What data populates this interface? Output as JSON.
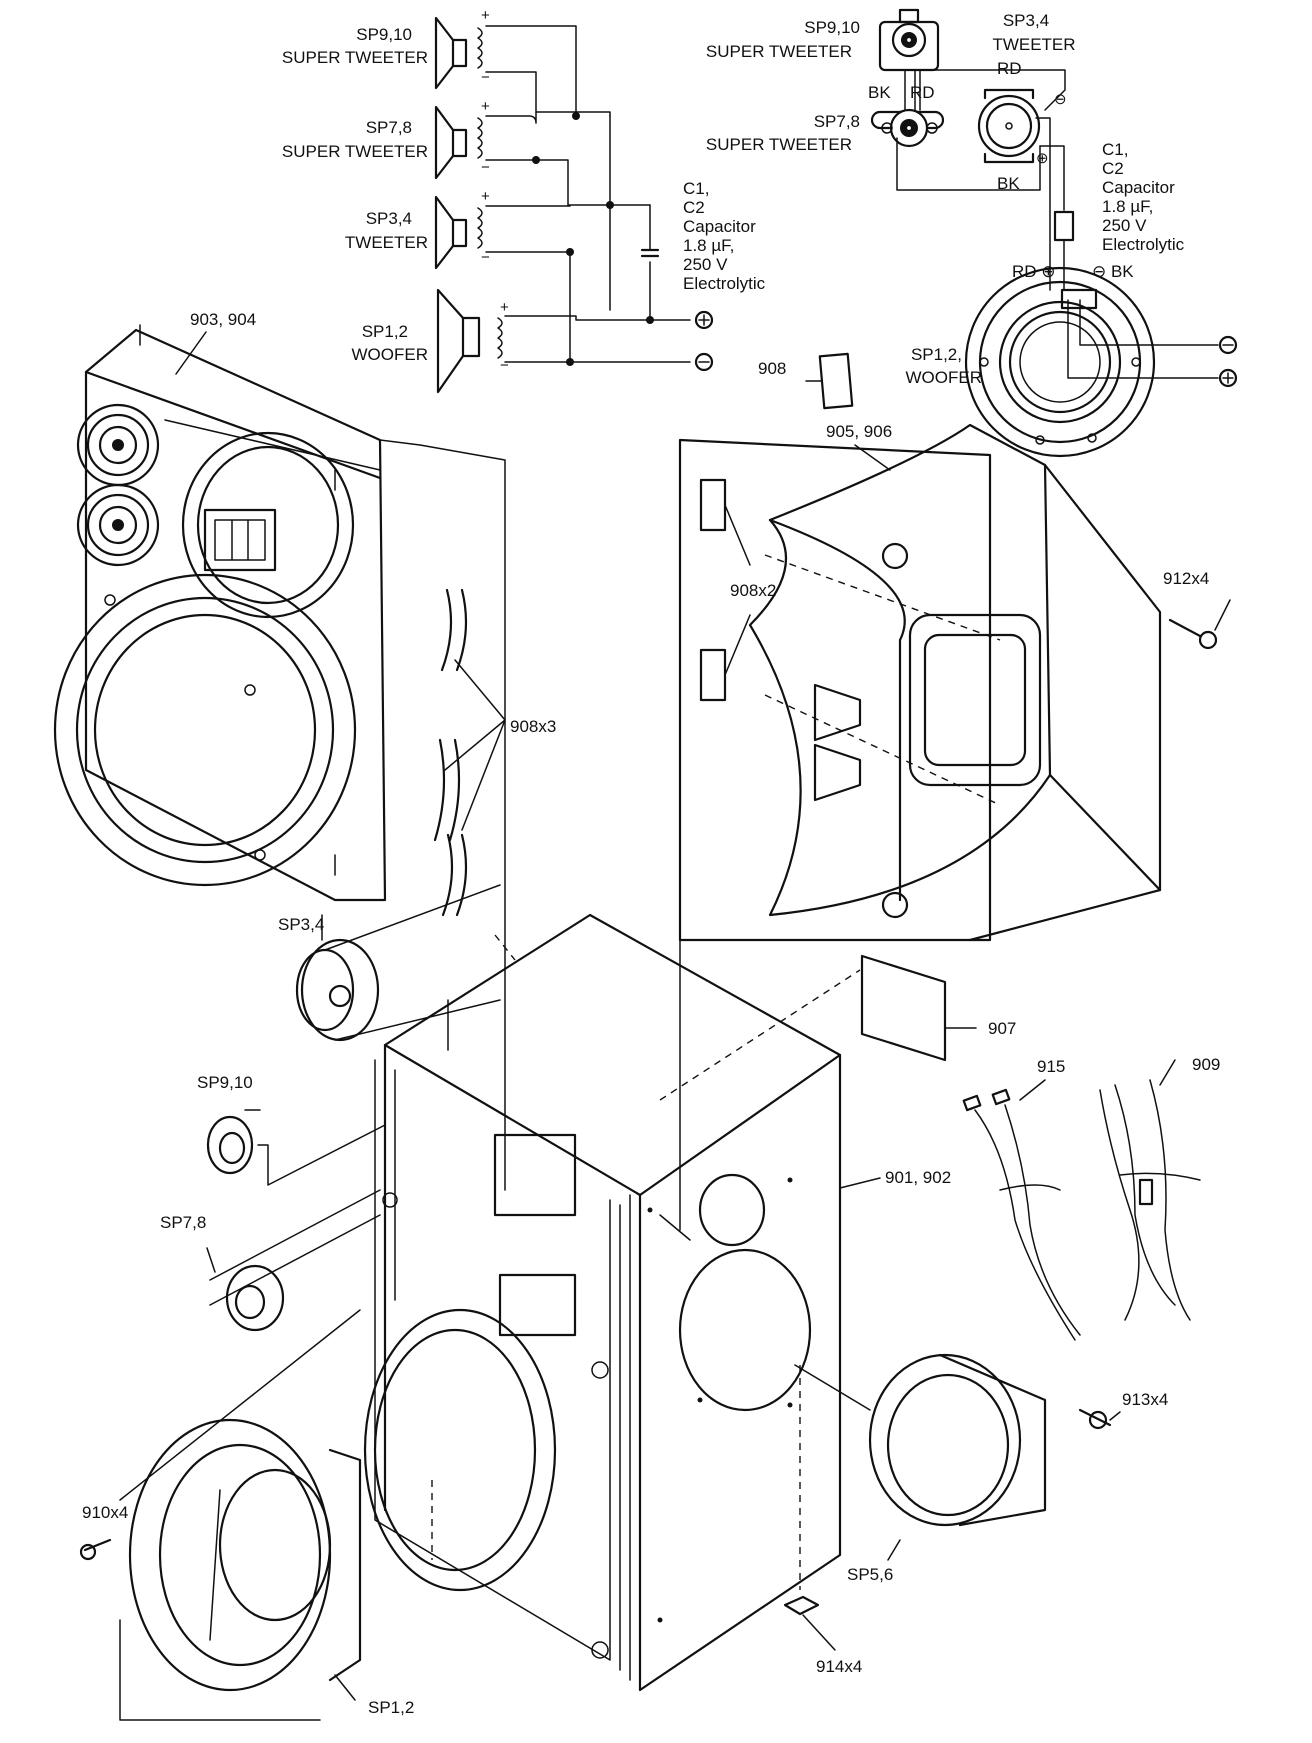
{
  "schematic": {
    "sp910_num": "SP9,10",
    "sp910_name": "SUPER TWEETER",
    "sp78_num": "SP7,8",
    "sp78_name": "SUPER TWEETER",
    "sp34_num": "SP3,4",
    "sp34_name": "TWEETER",
    "sp12_num": "SP1,2",
    "sp12_name": "WOOFER",
    "cap_line1": "C1,",
    "cap_line2": "C2",
    "cap_line3": "Capacitor",
    "cap_line4": "1.8 µF,",
    "cap_line5": "250 V",
    "cap_line6": "Electrolytic",
    "plus": "+",
    "minus": "−",
    "term_pos": "⊕",
    "term_neg": "⊖"
  },
  "wiring": {
    "sp910_num": "SP9,10",
    "sp910_name": "SUPER TWEETER",
    "sp78_num": "SP7,8",
    "sp78_name": "SUPER TWEETER",
    "sp34_num": "SP3,4",
    "sp34_name": "TWEETER",
    "sp12_num": "SP1,2,",
    "sp12_name": "WOOFER",
    "bk1": "BK",
    "rd1": "RD",
    "rd2": "RD",
    "bk2": "BK",
    "rd3": "RD ⊕",
    "bk3": "⊖ BK",
    "cap_line1": "C1,",
    "cap_line2": "C2",
    "cap_line3": "Capacitor",
    "cap_line4": "1.8 µF,",
    "cap_line5": "250 V",
    "cap_line6": "Electrolytic"
  },
  "parts": {
    "p903": "903, 904",
    "p908a": "908",
    "p905": "905, 906",
    "p908x2": "908x2",
    "p912": "912x4",
    "p908x3": "908x3",
    "sp34": "SP3,4",
    "p907": "907",
    "p915": "915",
    "p909": "909",
    "sp910": "SP9,10",
    "p901": "901, 902",
    "sp78": "SP7,8",
    "p913": "913x4",
    "p910": "910x4",
    "sp56": "SP5,6",
    "p914": "914x4",
    "sp12": "SP1,2"
  }
}
